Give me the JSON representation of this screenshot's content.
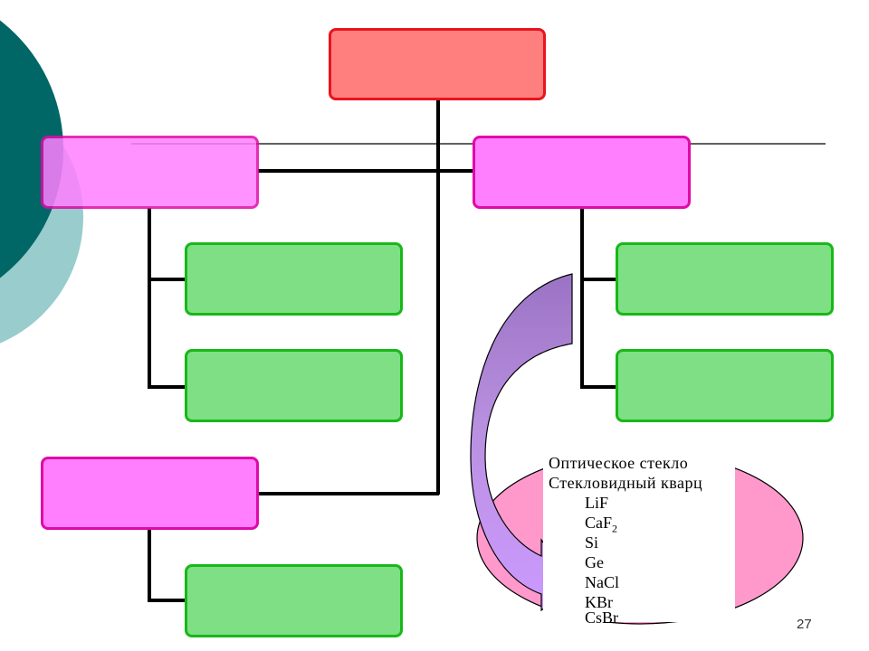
{
  "colors": {
    "dark_circle": "#006666",
    "light_circle": "#99cccc",
    "root_fill": "#ff7f7f",
    "root_border": "#e8141e",
    "category_fill": "#ff7fff",
    "category_border": "#e00aa8",
    "leaf_fill": "#7fdf85",
    "leaf_border": "#18b818",
    "ellipse_fill": "#ff99cc",
    "arrow_fill": "#b38ad9"
  },
  "materials": {
    "line1": "Оптическое стекло",
    "line2": "Стекловидный кварц",
    "items": [
      "LiF",
      "CaF",
      "Si",
      "Ge",
      "NaCl",
      "KBr",
      "CsBr"
    ],
    "caf_subscript": "2"
  },
  "page_number": "27"
}
